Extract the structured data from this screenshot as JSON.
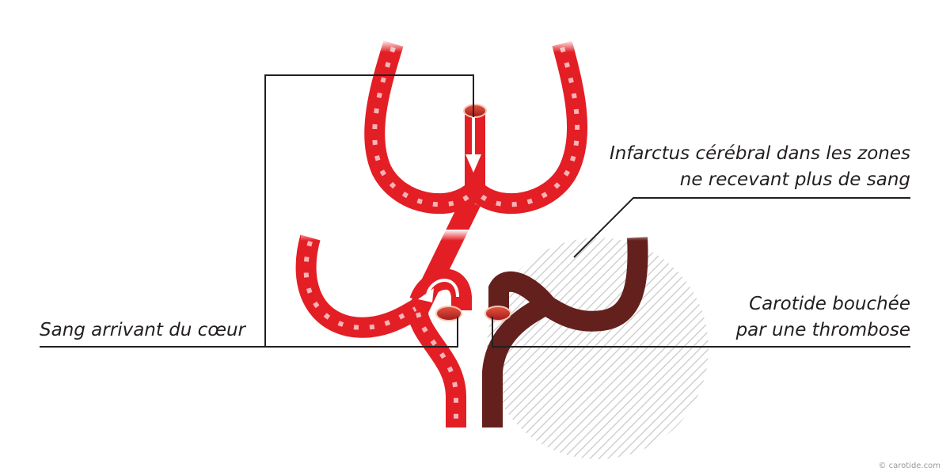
{
  "labels": {
    "infarct_line1": "Infarctus cérébral dans les zones",
    "infarct_line2": "ne recevant plus de sang",
    "blocked_line1": "Carotide bouchée",
    "blocked_line2": "par une thrombose",
    "heart_blood": "Sang arrivant du cœur"
  },
  "copyright": "© carotide.com",
  "colors": {
    "artery": "#e31e24",
    "blocked_artery": "#64201c",
    "flow_arrows": "#f7b3b5",
    "leader_lines": "#231f20",
    "hatch": "#c8c8c8"
  }
}
